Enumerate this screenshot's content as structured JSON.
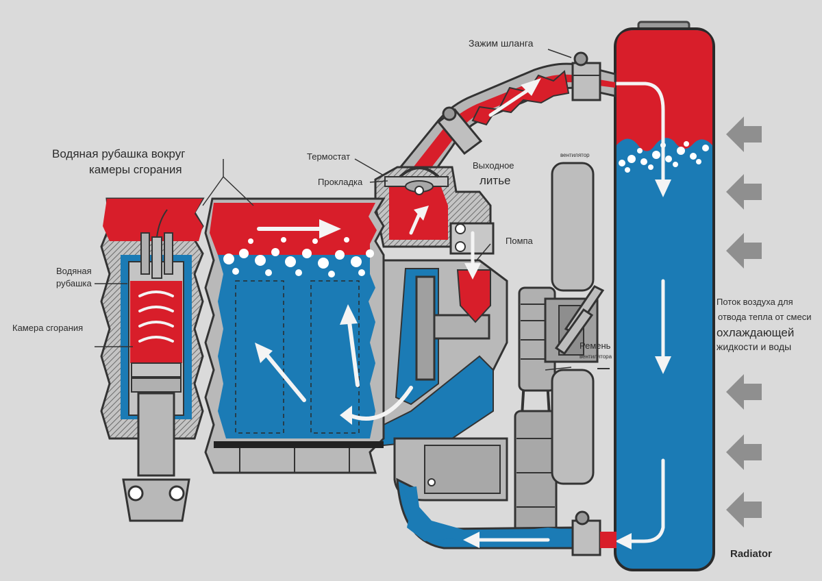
{
  "labels": {
    "jacket_title_line1": "Водяная рубашка вокруг",
    "jacket_title_line2": "камеры сгорания",
    "thermostat": "Термостат",
    "gasket": "Прокладка",
    "outlet_line1": "Выходное",
    "outlet_line2": "литье",
    "hose_clamp": "Зажим шланга",
    "pump": "Помпа",
    "water_jacket_line1": "Водяная",
    "water_jacket_line2": "рубашка",
    "combustion_chamber": "Камера сгорания",
    "fan": "вентилятор",
    "belt_line1": "Ремень",
    "belt_line2": "вентилятора",
    "airflow_line1": "Поток воздуха для",
    "airflow_line2": "отвода тепла от смеси",
    "airflow_line3": "охлаждающей",
    "airflow_line4": "жидкости и воды",
    "radiator": "Radiator"
  },
  "colors": {
    "hot": "#d81e2a",
    "cold": "#1b7bb5",
    "metal": "#b8b8b8",
    "background": "#dadada"
  }
}
